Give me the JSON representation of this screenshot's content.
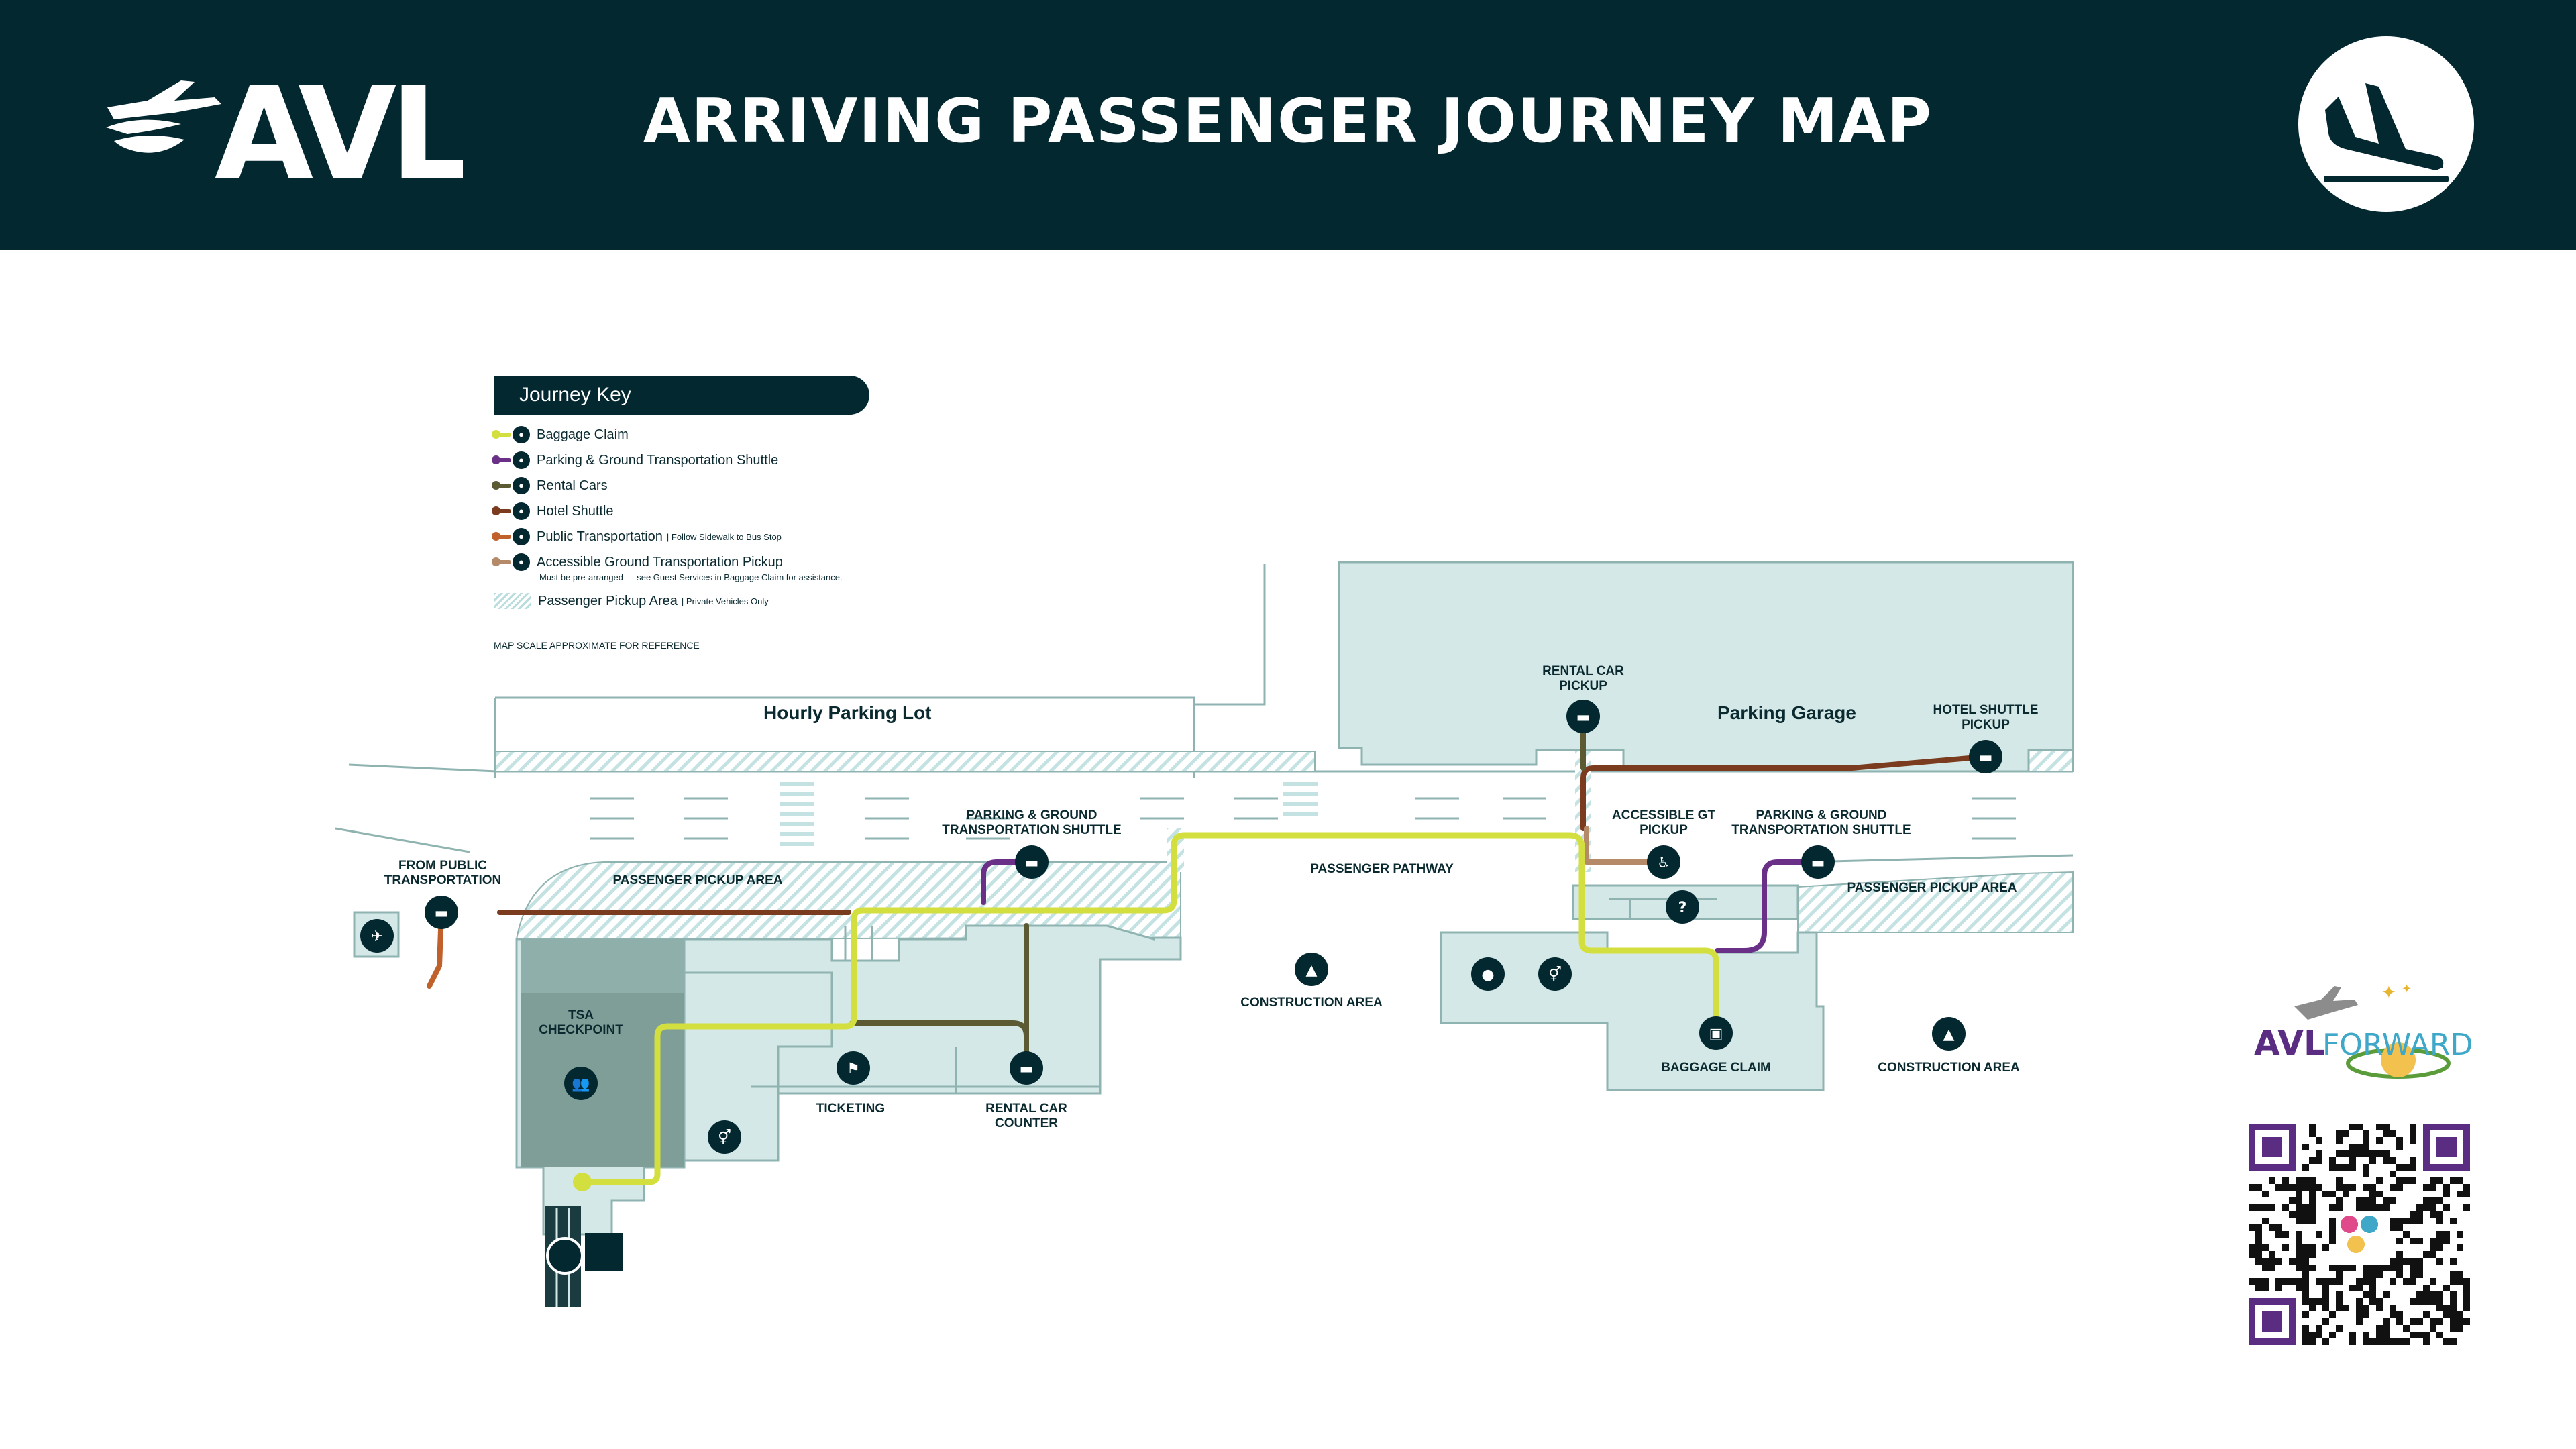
{
  "header": {
    "title": "ARRIVING PASSENGER JOURNEY MAP",
    "logo_text": "AVL",
    "arrivals_icon": "plane-landing-icon"
  },
  "key": {
    "title": "Journey Key",
    "items": [
      {
        "label": "Baggage Claim",
        "sub": "",
        "color": "#d3df3f",
        "icon": "suitcase-icon"
      },
      {
        "label": "Parking & Ground Transportation Shuttle",
        "sub": "",
        "color": "#6a2f86",
        "icon": "shuttle-icon"
      },
      {
        "label": "Rental Cars",
        "sub": "",
        "color": "#5b5a32",
        "icon": "car-icon"
      },
      {
        "label": "Hotel Shuttle",
        "sub": "",
        "color": "#7a3b1f",
        "icon": "hotel-shuttle-icon"
      },
      {
        "label": "Public Transportation",
        "sub": "| Follow Sidewalk to Bus Stop",
        "color": "#c0602a",
        "icon": "bus-icon"
      },
      {
        "label": "Accessible Ground Transportation Pickup",
        "sub": "",
        "color": "#b58a68",
        "icon": "accessible-icon"
      }
    ],
    "accessible_note": "Must be pre-arranged — see Guest Services in Baggage Claim for assistance.",
    "pickup_area_label": "Passenger Pickup Area",
    "pickup_area_sub": "| Private Vehicles Only",
    "scale_note": "MAP SCALE APPROXIMATE FOR REFERENCE"
  },
  "labels": {
    "hourly_parking": "Hourly Parking Lot",
    "parking_garage": "Parking Garage",
    "rental_car_pickup": "RENTAL CAR\nPICKUP",
    "hotel_shuttle_pickup": "HOTEL SHUTTLE\nPICKUP",
    "accessible_gt_pickup": "ACCESSIBLE GT\nPICKUP",
    "parking_shuttle_right": "PARKING & GROUND\nTRANSPORTATION SHUTTLE",
    "parking_shuttle_left": "PARKING & GROUND\nTRANSPORTATION SHUTTLE",
    "passenger_pathway": "PASSENGER PATHWAY",
    "pickup_area_left": "PASSENGER PICKUP AREA",
    "pickup_area_right": "PASSENGER PICKUP AREA",
    "from_public": "FROM PUBLIC\nTRANSPORTATION",
    "tsa": "TSA\nCHECKPOINT",
    "ticketing": "TICKETING",
    "rental_counter": "RENTAL CAR\nCOUNTER",
    "baggage_claim": "BAGGAGE CLAIM",
    "construction_1": "CONSTRUCTION AREA",
    "construction_2": "CONSTRUCTION AREA"
  },
  "branding": {
    "avl_forward_a": "AVL",
    "avl_forward_b": "FORWARD",
    "qr_icon": "qr-code-icon"
  },
  "colors": {
    "navy": "#032830",
    "building": "#d4e8e7",
    "building_stroke": "#8fb3b0",
    "tsa": "#7f9e98",
    "baggage": "#d3df3f",
    "parking_shuttle": "#6a2f86",
    "rental": "#5b5a32",
    "hotel": "#7a3b1f",
    "public": "#c0602a",
    "accessible": "#b58a68"
  }
}
